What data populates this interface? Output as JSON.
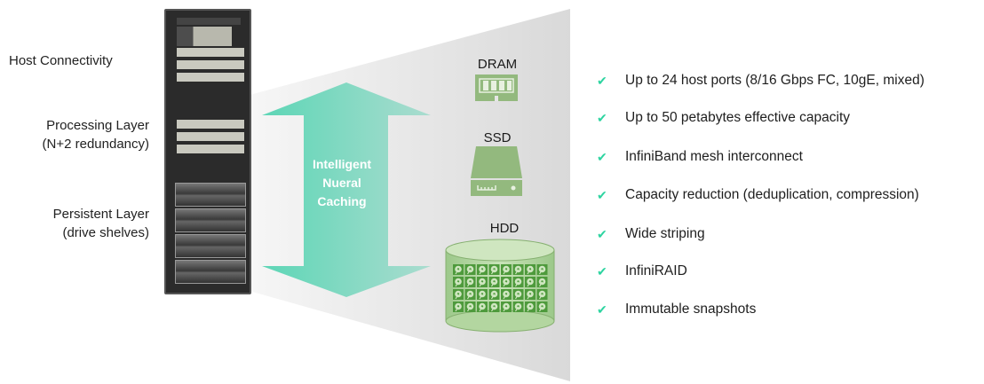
{
  "layers": [
    {
      "label_line1": "Host Connectivity",
      "label_line2": ""
    },
    {
      "label_line1": "Processing Layer",
      "label_line2": "(N+2 redundancy)"
    },
    {
      "label_line1": "Persistent Layer",
      "label_line2": "(drive shelves)"
    }
  ],
  "caching_arrow": {
    "line1": "Intelligent",
    "line2": "Nueral",
    "line3": "Caching",
    "color_start": "#5dd6b6",
    "color_end": "#aadccf"
  },
  "tiers": [
    {
      "label": "DRAM",
      "icon": "memory-module-icon"
    },
    {
      "label": "SSD",
      "icon": "solid-state-drive-icon"
    },
    {
      "label": "HDD",
      "icon": "hard-disk-array-icon"
    }
  ],
  "tier_icon_color": "#93b97e",
  "check_color": "#2dd4a0",
  "features": [
    "Up to 24 host ports (8/16 Gbps FC, 10gE, mixed)",
    "Up to 50 petabytes effective capacity",
    "InfiniBand mesh interconnect",
    "Capacity reduction (deduplication, compression)",
    "Wide striping",
    "InfiniRAID",
    "Immutable snapshots"
  ]
}
